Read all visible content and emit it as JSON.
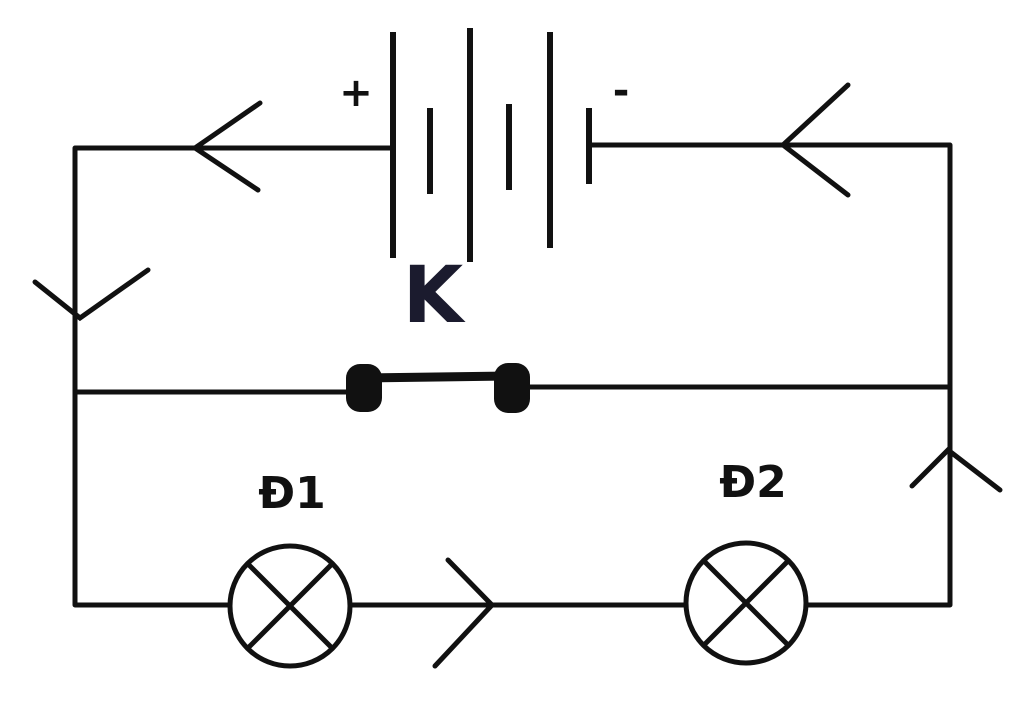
{
  "labels": {
    "battery_positive": "+",
    "battery_negative": "-",
    "switch": "K",
    "lamp_1": "Đ1",
    "lamp_2": "Đ2"
  },
  "colors": {
    "line": "#111111",
    "background": "#ffffff"
  }
}
